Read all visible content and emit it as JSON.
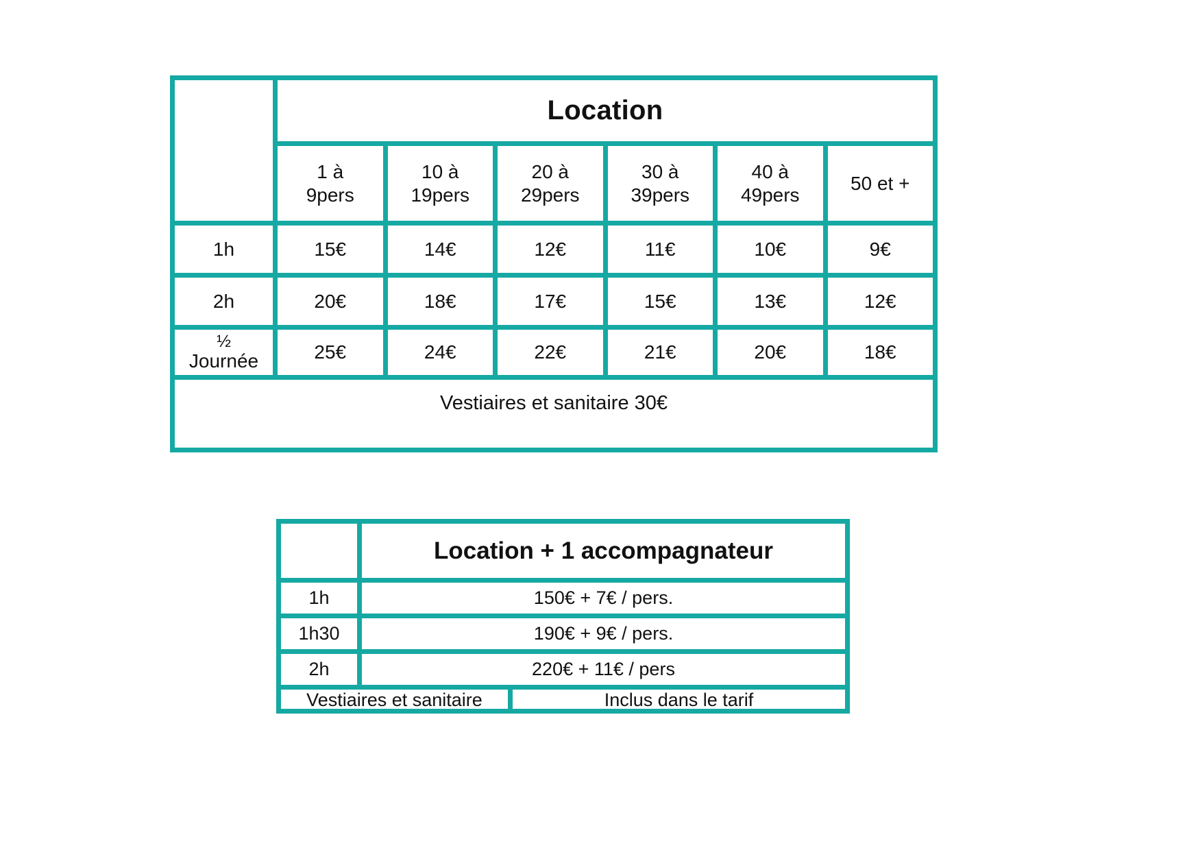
{
  "theme": {
    "border_color": "#16A9A3",
    "background": "#ffffff",
    "text_color": "#111111"
  },
  "tables": [
    {
      "id": "location",
      "title": "Location",
      "corner_label": "",
      "column_headers": [
        {
          "line1": "1 à",
          "line2": "9pers",
          "single": ""
        },
        {
          "line1": "10 à",
          "line2": "19pers",
          "single": ""
        },
        {
          "line1": "20 à",
          "line2": "29pers",
          "single": ""
        },
        {
          "line1": "30 à",
          "line2": "39pers",
          "single": ""
        },
        {
          "line1": "40 à",
          "line2": "49pers",
          "single": ""
        },
        {
          "line1": "",
          "line2": "",
          "single": "50 et +"
        }
      ],
      "rows": [
        {
          "label": "1h",
          "label_frac": "",
          "label_word": "",
          "values": [
            "15€",
            "14€",
            "12€",
            "11€",
            "10€",
            "9€"
          ]
        },
        {
          "label": "2h",
          "label_frac": "",
          "label_word": "",
          "values": [
            "20€",
            "18€",
            "17€",
            "15€",
            "13€",
            "12€"
          ]
        },
        {
          "label": "",
          "label_frac": "½",
          "label_word": "Journée",
          "values": [
            "25€",
            "24€",
            "22€",
            "21€",
            "20€",
            "18€"
          ]
        }
      ],
      "footer": "Vestiaires et sanitaire 30€"
    },
    {
      "id": "accompagnateur",
      "title": "Location + 1 accompagnateur",
      "corner_label": "",
      "rows": [
        {
          "label": "1h",
          "value": "150€ + 7€ / pers."
        },
        {
          "label": "1h30",
          "value": "190€ + 9€ / pers."
        },
        {
          "label": "2h",
          "value": "220€ + 11€ / pers"
        }
      ],
      "footer": {
        "label": "Vestiaires et sanitaire",
        "value": "Inclus dans le tarif"
      }
    }
  ]
}
